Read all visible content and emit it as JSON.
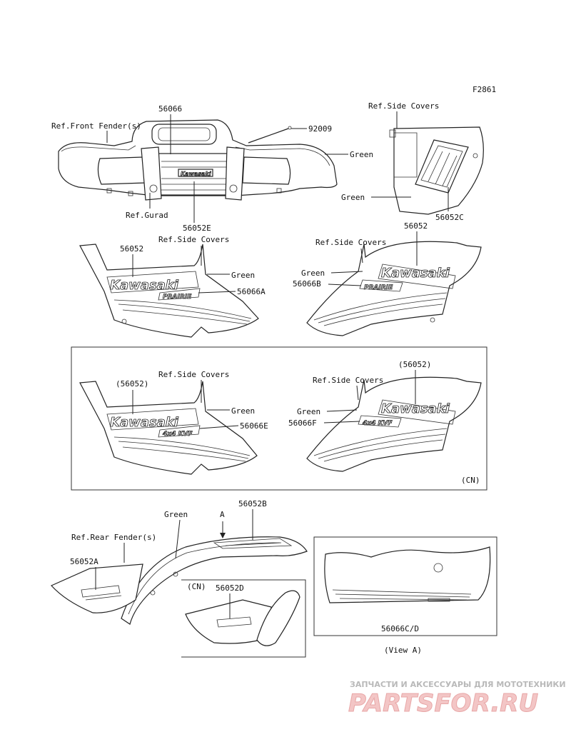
{
  "figure_code": "F2861",
  "labels": {
    "ref_front_fender": "Ref.Front Fender(s)",
    "n56066_top": "56066",
    "n92009": "92009",
    "green_front": "Green",
    "ref_gurad": "Ref.Gurad",
    "n56052E": "56052E",
    "ref_side_covers_tr": "Ref.Side Covers",
    "green_sc": "Green",
    "n56052C": "56052C",
    "n56052_left": "56052",
    "ref_side_covers_ml": "Ref.Side Covers",
    "green_ml": "Green",
    "n56066A": "56066A",
    "n56052_right": "56052",
    "ref_side_covers_mr": "Ref.Side Covers",
    "green_mr": "Green",
    "n56066B": "56066B",
    "n56052_cn_left": "(56052)",
    "ref_side_covers_cn_l": "Ref.Side Covers",
    "green_cn_l": "Green",
    "n56066E": "56066E",
    "n56052_cn_right": "(56052)",
    "ref_side_covers_cn_r": "Ref.Side Covers",
    "green_cn_r": "Green",
    "n56066F": "56066F",
    "cn_box": "(CN)",
    "green_rear": "Green",
    "view_a_marker": "A",
    "n56052B": "56052B",
    "ref_rear_fender": "Ref.Rear Fender(s)",
    "n56052A": "56052A",
    "cn_rear": "(CN)",
    "n56052D": "56052D",
    "n56066CD": "56066C/D",
    "view_a": "(View A)"
  },
  "decals": {
    "brand": "Kawasaki",
    "model": "PRAIRIE",
    "model_cn": "4x4 KVF"
  },
  "watermark": {
    "tagline": "ЗАПЧАСТИ И АКСЕССУАРЫ ДЛЯ МОТОТЕХНИКИ",
    "logo": "PARTSFOR.RU"
  }
}
